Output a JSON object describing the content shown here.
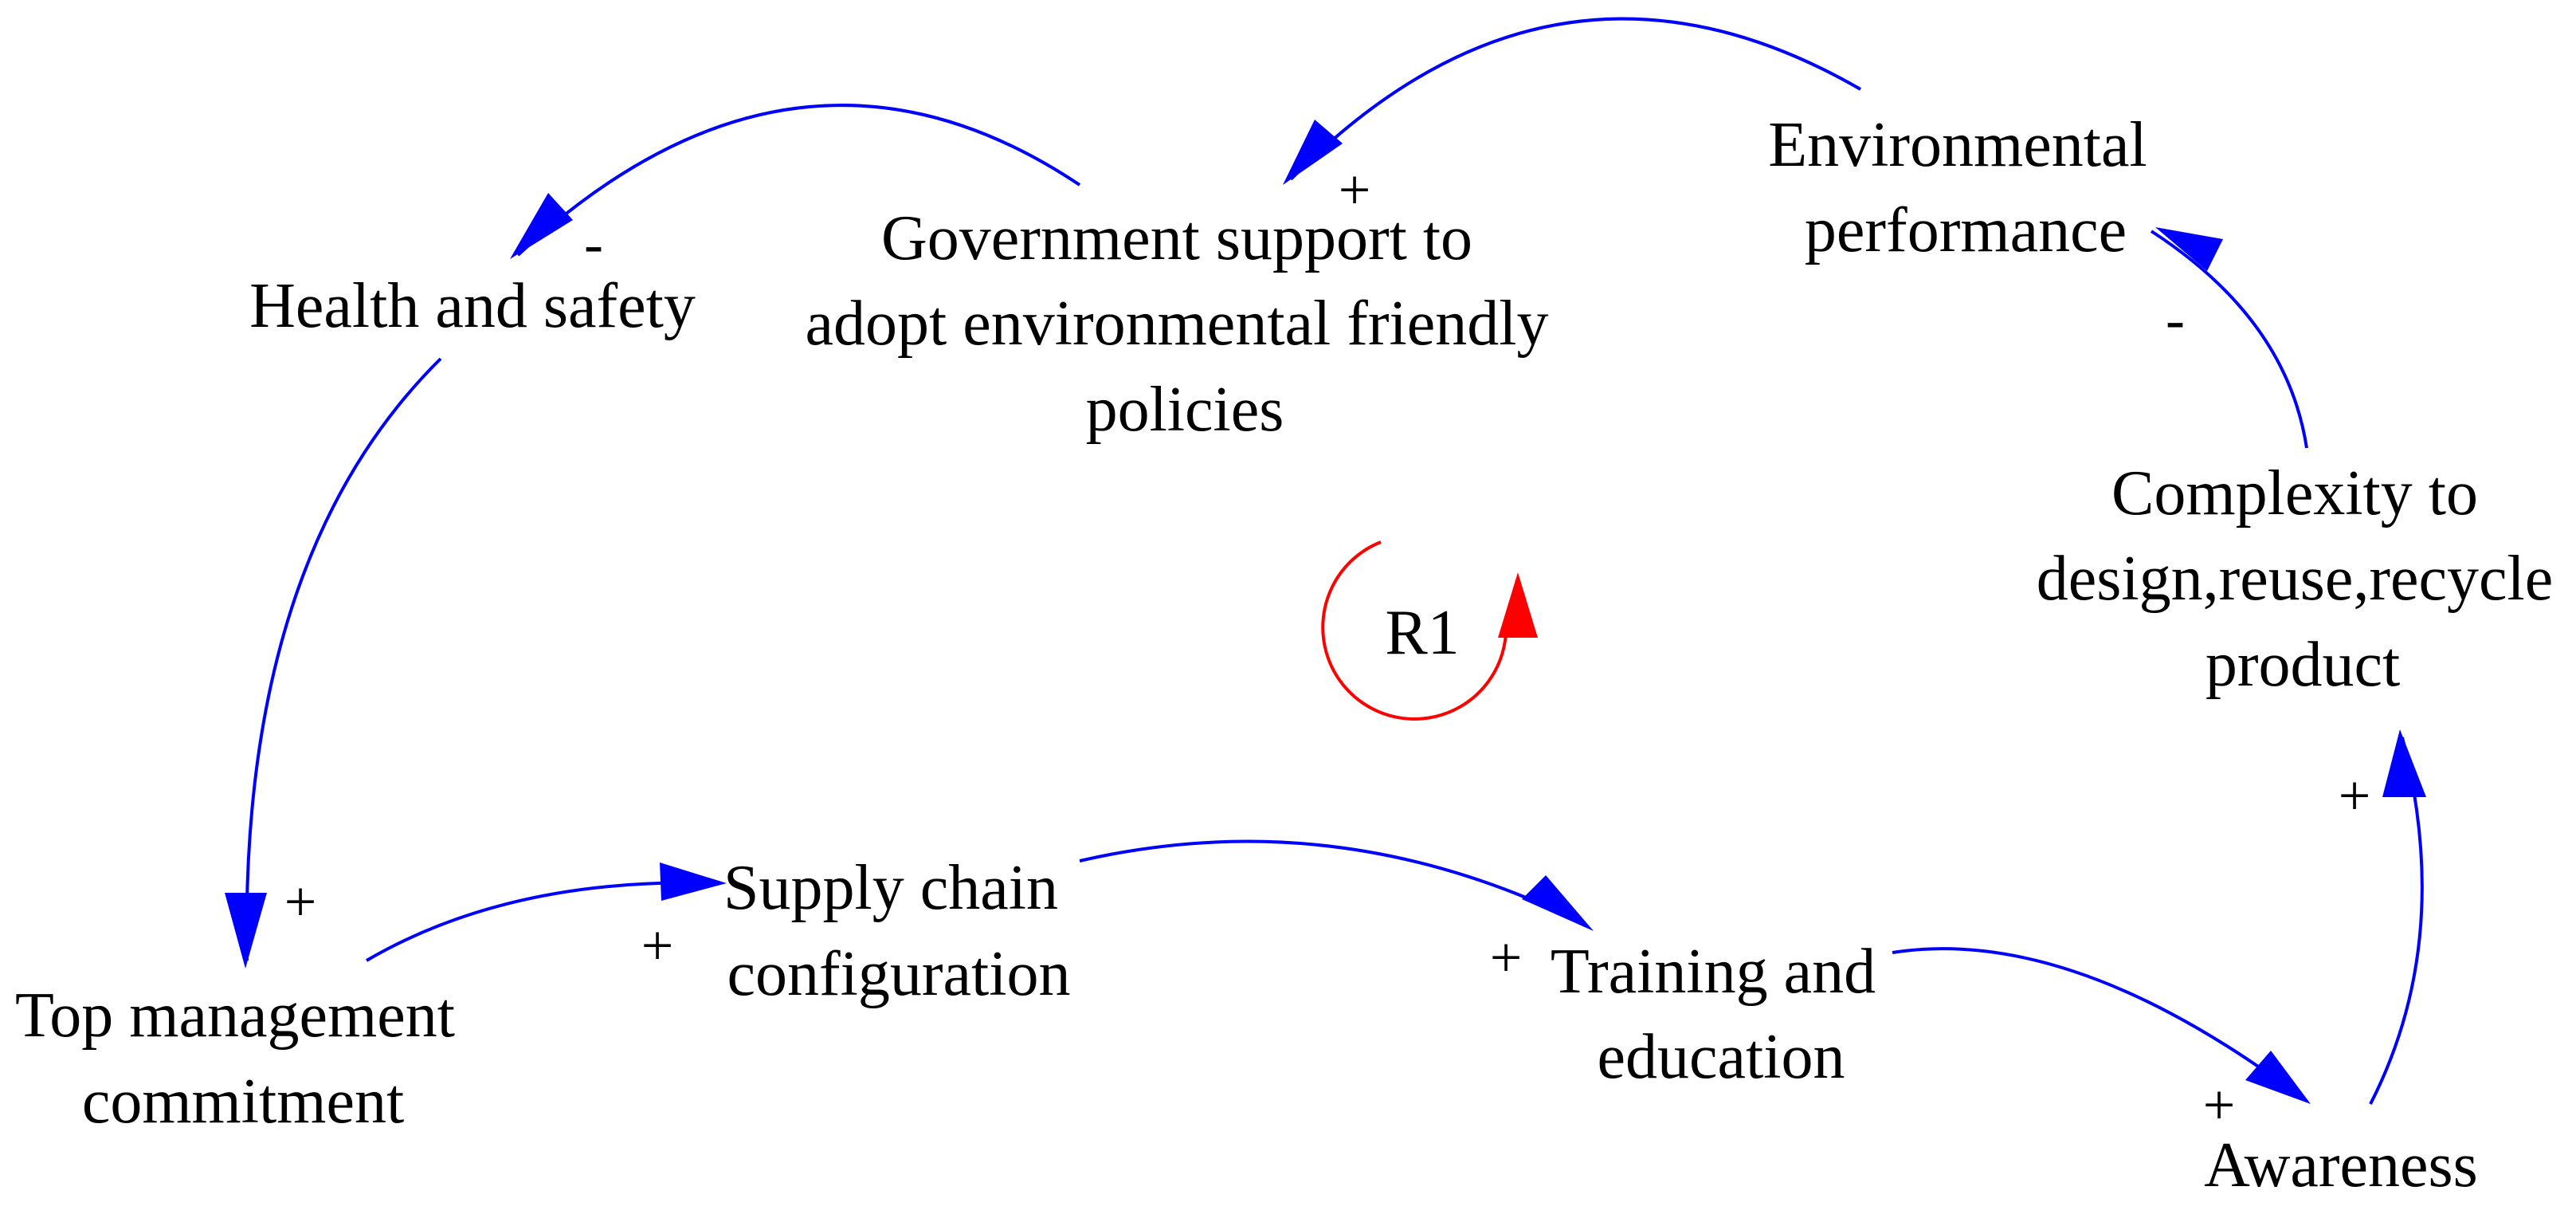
{
  "diagram": {
    "colors": {
      "link": "#0000ff",
      "loop": "#ff0000",
      "text": "#000000"
    },
    "nodes": {
      "health_safety": [
        "Health and safety"
      ],
      "government_support": [
        "Government support to",
        "adopt environmental friendly",
        "policies"
      ],
      "environmental_performance": [
        "Environmental",
        "performance"
      ],
      "complexity": [
        "Complexity to",
        "design,reuse,recycle",
        "product"
      ],
      "top_management": [
        "Top management",
        "commitment"
      ],
      "supply_chain": [
        "Supply chain",
        "configuration"
      ],
      "training": [
        "Training and",
        "education"
      ],
      "awareness": [
        "Awareness"
      ]
    },
    "links": [
      {
        "from": "Government support to adopt environmental friendly policies",
        "to": "Health and safety",
        "polarity": "-"
      },
      {
        "from": "Environmental performance",
        "to": "Government support to adopt environmental friendly policies",
        "polarity": "+"
      },
      {
        "from": "Complexity to design,reuse,recycle product",
        "to": "Environmental performance",
        "polarity": "-"
      },
      {
        "from": "Health and safety",
        "to": "Top management commitment",
        "polarity": "+"
      },
      {
        "from": "Top management commitment",
        "to": "Supply chain configuration",
        "polarity": "+"
      },
      {
        "from": "Supply chain configuration",
        "to": "Training and education",
        "polarity": "+"
      },
      {
        "from": "Training and education",
        "to": "Awareness",
        "polarity": "+"
      },
      {
        "from": "Awareness",
        "to": "Complexity to design,reuse,recycle product",
        "polarity": "+"
      }
    ],
    "loop": {
      "label": "R1"
    }
  }
}
